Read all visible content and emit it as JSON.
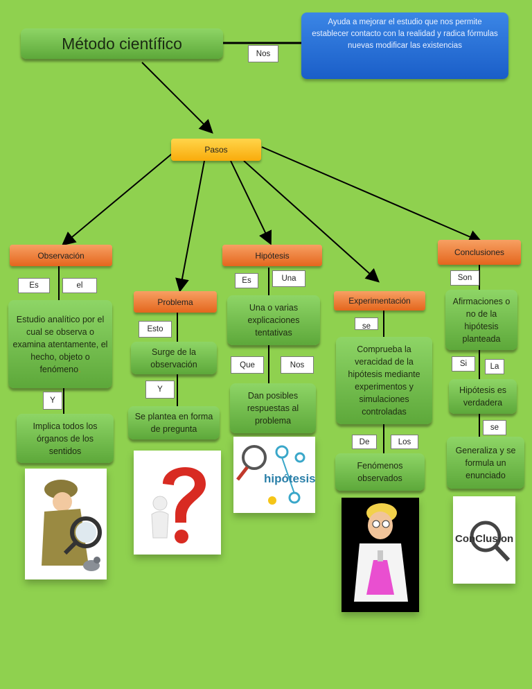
{
  "title": "Método científico",
  "top_connector": "Nos",
  "intro": "Ayuda a mejorar el estudio que nos permite establecer contacto con la realidad y radica fórmulas nuevas modificar las existencias",
  "pasos": "Pasos",
  "observacion": {
    "header": "Observación",
    "c1": "Es",
    "c2": "el",
    "body": "Estudio analítico por el cual se observa o examina atentamente, el hecho, objeto o fenómeno",
    "body_tail": ".",
    "c3": "Y",
    "body2": "Implica todos los órganos de los sentidos"
  },
  "problema": {
    "header": "Problema",
    "c1": "Esto",
    "body": "Surge de la observación",
    "c2": "Y",
    "body2": "Se plantea en forma de pregunta"
  },
  "hipotesis": {
    "header": "Hipótesis",
    "c1": "Es",
    "c2": "Una",
    "body": "Una o varias explicaciones tentativas",
    "c3": "Que",
    "c4": "Nos",
    "body2": "Dan posibles respuestas al problema",
    "image_word": "hipótesis"
  },
  "experimentacion": {
    "header": "Experimentación",
    "c1": "se",
    "body": "Comprueba la veracidad de la hipótesis mediante experimentos y simulaciones controladas",
    "c2": "De",
    "c3": "Los",
    "body2": "Fenómenos observados"
  },
  "conclusiones": {
    "header": "Conclusiones",
    "c1": "Son",
    "body": "Afirmaciones o no de la hipótesis planteada",
    "c2": "Si",
    "c3": "La",
    "body2": "Hipótesis es verdadera",
    "c4": "se",
    "body3": "Generaliza y se formula un enunciado",
    "image_word": "ConClusion"
  },
  "colors": {
    "background": "#8fd14f",
    "green_box": "#6fbe45",
    "orange_box": "#ef7f33",
    "yellow_box": "#fbc02d",
    "blue_box": "#2a6fd8"
  }
}
